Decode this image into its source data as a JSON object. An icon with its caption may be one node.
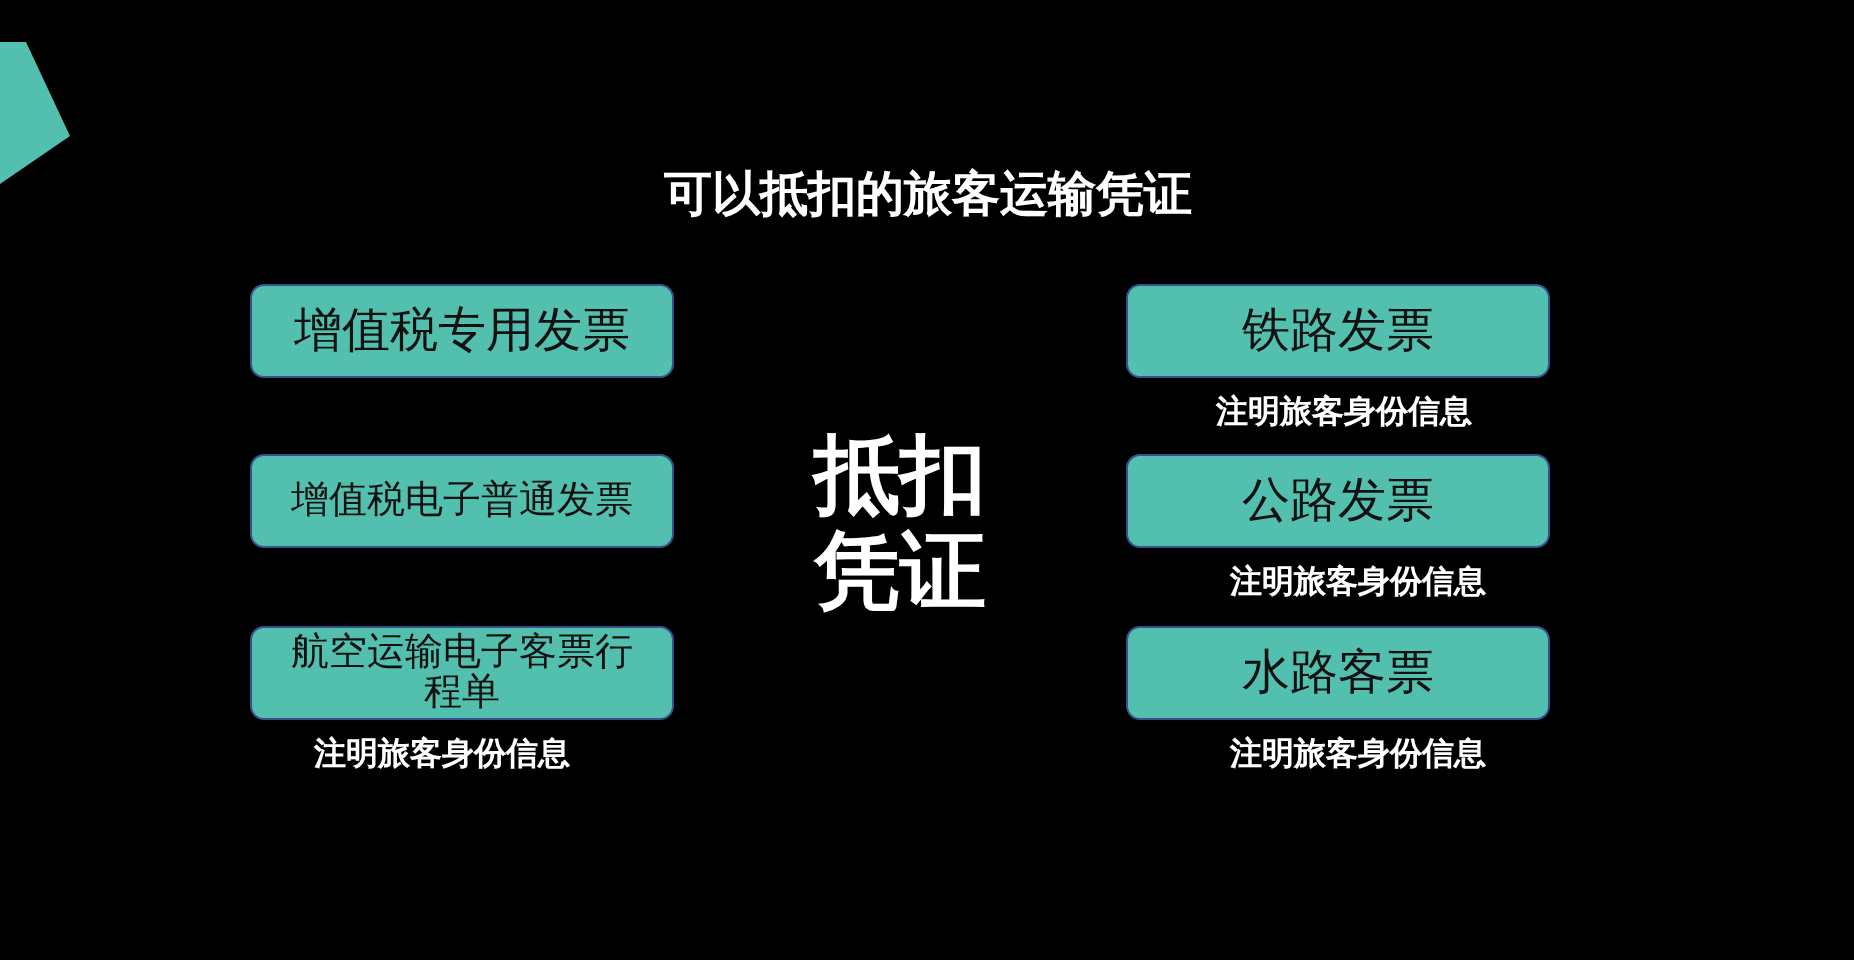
{
  "diagram": {
    "title": "可以抵扣的旅客运输凭证",
    "nodes": [
      {
        "text": [
          "增值税专用发票"
        ]
      },
      {
        "text": [
          "增值税电子普通发票"
        ]
      },
      {
        "text": [
          "航空运输电子客票行程单"
        ],
        "beside": [
          "注明旅客身份信息"
        ]
      },
      {
        "text": [
          "铁路发票"
        ],
        "beside": [
          "注明旅客身份信息"
        ]
      },
      {
        "text": [
          "公路发票"
        ],
        "beside": [
          "注明旅客身份信息"
        ]
      },
      {
        "text": [
          "水路客票"
        ],
        "beside": [
          "注明旅客身份信息"
        ]
      }
    ],
    "edges": [],
    "labels": [
      "抵扣凭证"
    ]
  }
}
